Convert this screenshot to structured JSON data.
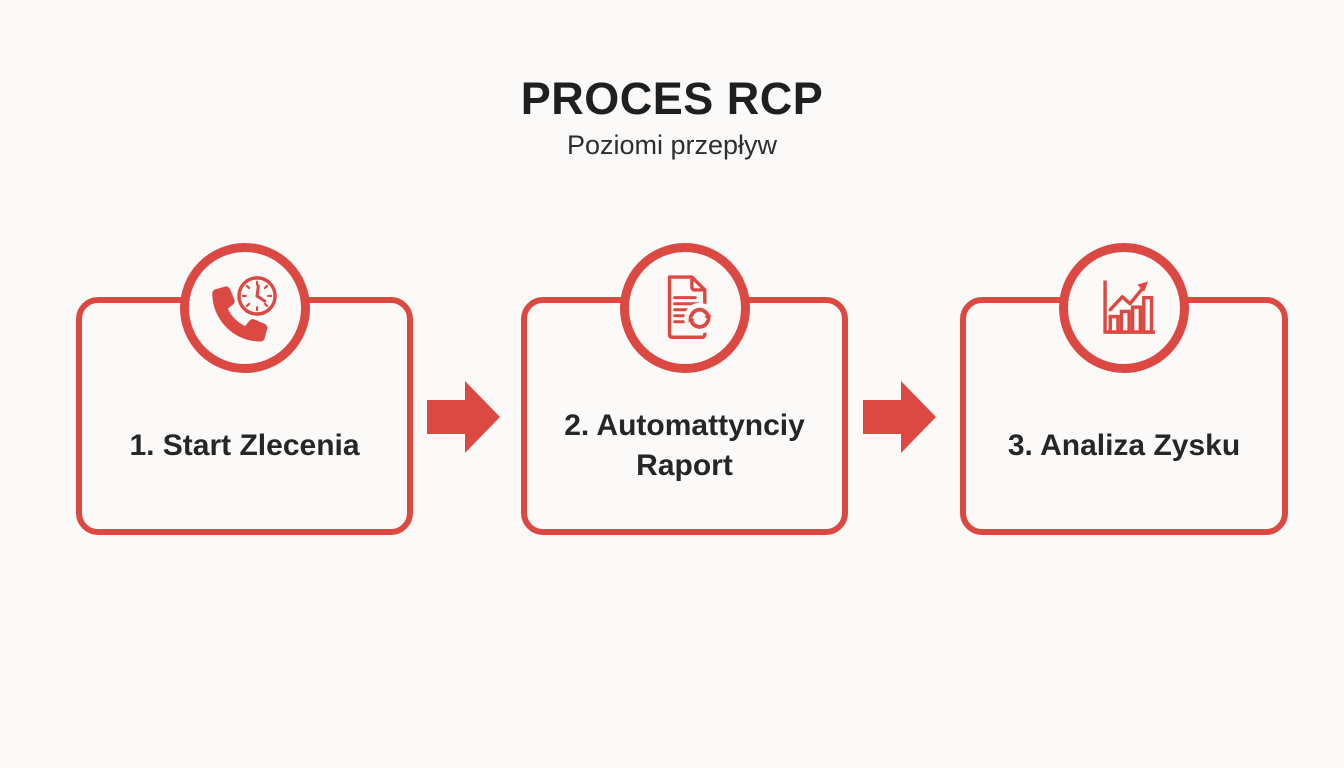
{
  "page": {
    "background": "#fbfaf9",
    "accent": "#dc4842",
    "text_color": "#262626"
  },
  "header": {
    "title": "PROCES RCP",
    "subtitle": "Poziomi przepływ"
  },
  "steps": [
    {
      "label": "1. Start Zlecenia",
      "icon": "phone-clock-icon"
    },
    {
      "label": "2. Automattynciy Raport",
      "icon": "document-sync-icon"
    },
    {
      "label": "3. Analiza Zysku",
      "icon": "bar-chart-growth-icon"
    }
  ],
  "connectors": [
    {
      "icon": "arrow-right-icon"
    },
    {
      "icon": "arrow-right-icon"
    }
  ]
}
